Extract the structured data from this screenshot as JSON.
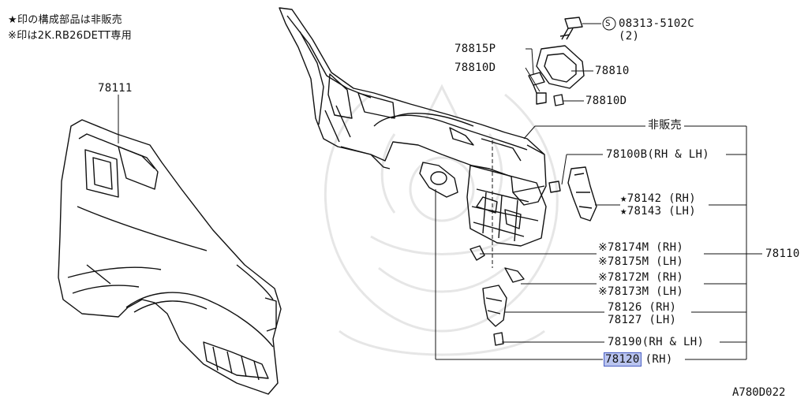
{
  "notes": [
    "★印の構成部品は非販売",
    "※印は2K.RB26DETT専用"
  ],
  "callouts": {
    "p78111": "78111",
    "s_circle": "S",
    "bolt": "08313-5102C",
    "bolt_qty": "(2)",
    "p78815p": "78815P",
    "p78810d_a": "78810D",
    "p78810": "78810",
    "p78810d_b": "78810D",
    "not_sold": "非販売",
    "p78100b": "78100B(RH & LH)",
    "p78142": "★78142 (RH)",
    "p78143": "★78143 (LH)",
    "p78174m": "※78174M (RH)",
    "p78175m": "※78175M (LH)",
    "p78110": "78110",
    "p78172m": "※78172M (RH)",
    "p78173m": "※78173M (LH)",
    "p78126": "78126 (RH)",
    "p78127": "78127 (LH)",
    "p78190": "78190(RH & LH)",
    "p78120": "78120",
    "p78120_side": "(RH)"
  },
  "drawing_code": "A780D022",
  "colors": {
    "line": "#111111",
    "highlight": "#b9c4ef",
    "watermark": "#e6e6e6"
  }
}
